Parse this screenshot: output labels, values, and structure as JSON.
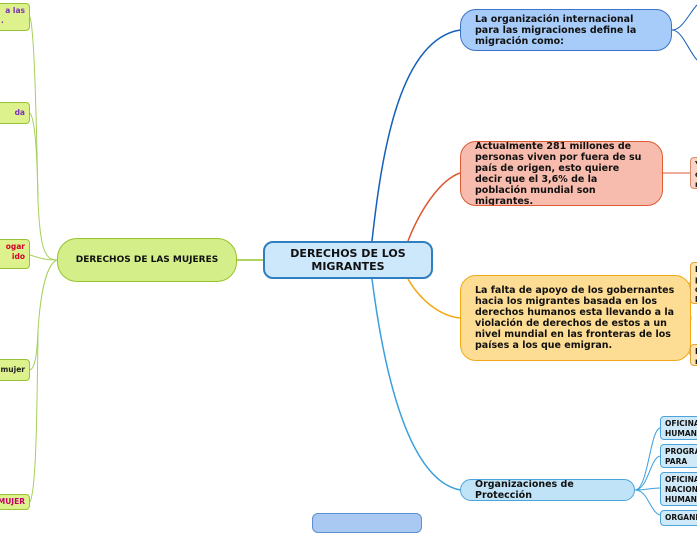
{
  "center": {
    "label": "DERECHOS DE LOS MIGRANTES"
  },
  "left_main": {
    "label": "DERECHOS DE LAS MUJERES"
  },
  "left_leaves": [
    "a las",
    "da",
    "ogar",
    "ido",
    "mujer",
    "MUJER"
  ],
  "right_nodes": {
    "n1": "La organización internacional para las migraciones define la migración como:",
    "n2": "Actualmente 281 millones de personas viven por fuera de su país de origen, esto quiere decir que el 3,6% de la población mundial son migrantes.",
    "n3": "La falta de apoyo de los gobernantes hacia los migrantes basada en los derechos humanos esta llevando a la violación de derechos de estos a un nivel mundial en las fronteras de los países a los que emigran.",
    "n4": "Organizaciones de Protección"
  },
  "right_leaves": {
    "red_partial": [
      "Y",
      "c",
      "r"
    ],
    "orange_a": [
      "E",
      "p",
      "d",
      "la"
    ],
    "orange_b": [
      "E",
      "r"
    ],
    "blue_1": [
      "OFICINA",
      "HUMANI"
    ],
    "blue_2": [
      "PROGRA",
      "PARA EL"
    ],
    "blue_3": [
      "OFICINA",
      "NACION",
      "HUMANO"
    ],
    "blue_4": [
      "ORGANI"
    ]
  },
  "colors": {
    "center": "#2f7fc0",
    "left": "#97c32b",
    "blue": "#1560b8",
    "red": "#dd5a33",
    "orange": "#f3a916",
    "light_blue": "#3aa0dc"
  }
}
